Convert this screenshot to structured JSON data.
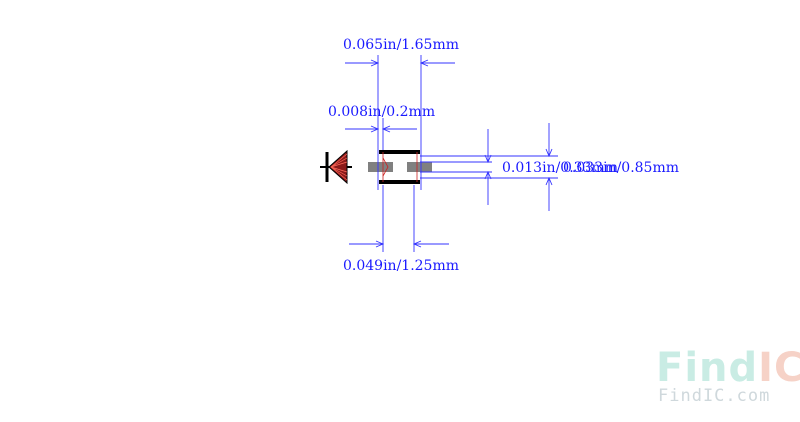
{
  "dimensions": {
    "width_top": "0.065in/1.65mm",
    "gap": "0.008in/0.2mm",
    "width_bottom": "0.049in/1.25mm",
    "pad_height": "0.013in/0.33mm",
    "body_height": "0.033in/0.85mm"
  },
  "watermark": {
    "brand_part1": "Find",
    "brand_part2": "IC",
    "url": "FindIC.com"
  },
  "colors": {
    "dimension_line": "#3333ff",
    "outline": "#000000",
    "pad": "#808080",
    "diode_symbol": "#8b1a1a",
    "watermark_find": "#c9ece4",
    "watermark_ic": "#f6d2c7",
    "watermark_url": "#cfd8dc"
  }
}
